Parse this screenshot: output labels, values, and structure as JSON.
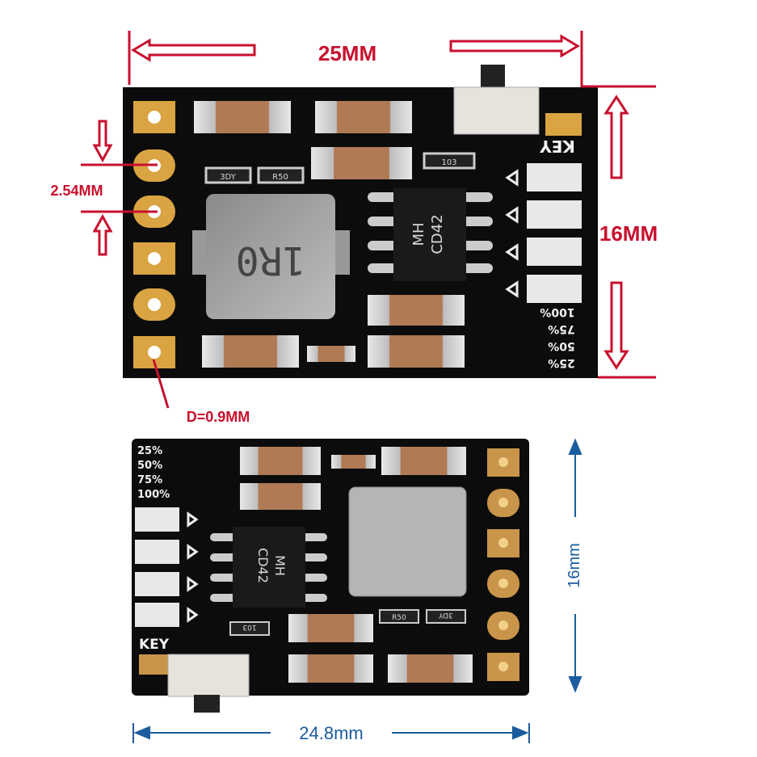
{
  "top_view": {
    "width_label": "25MM",
    "height_label": "16MM",
    "pitch_label": "2.54MM",
    "hole_label": "D=0.9MM",
    "key_label": "KEY",
    "inductor_marking": "1R0",
    "ic_marking_line1": "MH",
    "ic_marking_line2": "CD42",
    "resistor_1": "3DY",
    "resistor_2": "R50",
    "resistor_3": "103",
    "levels": [
      "100%",
      "75%",
      "50%",
      "25%"
    ]
  },
  "bottom_view": {
    "width_label": "24.8mm",
    "height_label": "16mm",
    "key_label": "KEY",
    "ic_marking_line1": "MH",
    "ic_marking_line2": "CD42",
    "resistor_1": "3DY",
    "resistor_2": "R50",
    "resistor_3": "103",
    "levels": [
      "25%",
      "50%",
      "75%",
      "100%"
    ]
  },
  "colors": {
    "annotation_red": "#c8102e",
    "annotation_blue": "#1b5c9e",
    "pcb": "#0c0c0c",
    "pad": "#d9a441"
  }
}
